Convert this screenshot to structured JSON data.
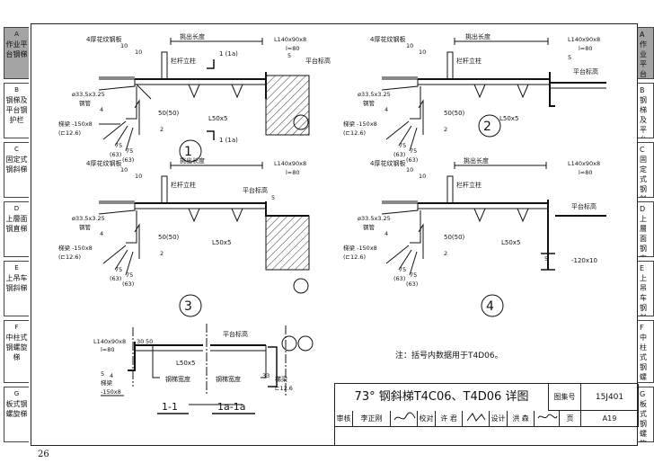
{
  "left_tabs": [
    {
      "letter": "A",
      "label": "作业平台钢梯",
      "active": true
    },
    {
      "letter": "B",
      "label": "钢梯及平台钢护栏",
      "active": false
    },
    {
      "letter": "C",
      "label": "固定式钢斜梯",
      "active": false
    },
    {
      "letter": "D",
      "label": "上層面钢直梯",
      "active": false
    },
    {
      "letter": "E",
      "label": "上吊车钢斜梯",
      "active": false
    },
    {
      "letter": "F",
      "label": "中柱式钢螺旋梯",
      "active": false
    },
    {
      "letter": "G",
      "label": "板式钢螺旋梯",
      "active": false
    }
  ],
  "right_tabs": [
    {
      "letter": "A",
      "label": "作业平台钢梯",
      "active": true
    },
    {
      "letter": "B",
      "label": "钢梯及平台钢护栏",
      "active": false
    },
    {
      "letter": "C",
      "label": "固定式钢斜梯",
      "active": false
    },
    {
      "letter": "D",
      "label": "上層面钢直梯",
      "active": false
    },
    {
      "letter": "E",
      "label": "上吊车钢斜梯",
      "active": false
    },
    {
      "letter": "F",
      "label": "中柱式钢螺旋梯",
      "active": false
    },
    {
      "letter": "G",
      "label": "板式钢螺旋梯",
      "active": false
    }
  ],
  "details": [
    {
      "number": "1",
      "plate": "4厚花纹钢板",
      "overhang": "挑出长度",
      "angle": "L140x90x8",
      "l_len": "l=80",
      "post": "栏杆立柱",
      "platform": "平台标高",
      "pipe": "ø33.5x3.25",
      "pipe_label": "钢管",
      "beam": "梯梁 -150x8",
      "channel": "(⊏12.6)",
      "rib": "4",
      "l50": "L50x5",
      "dims": [
        "10",
        "10",
        "75",
        "75",
        "(63)",
        "(63)",
        "4",
        "50(50)",
        "5",
        "2",
        "2"
      ],
      "cut": "1 (1a)"
    },
    {
      "number": "2",
      "plate": "4厚花纹钢板",
      "overhang": "挑出长度",
      "angle": "L140x90x8",
      "l_len": "l=80",
      "post": "栏杆立柱",
      "platform": "平台标高",
      "pipe": "ø33.5x3.25",
      "pipe_label": "钢管",
      "beam": "梯梁 -150x8",
      "channel": "(⊏12.6)",
      "rib": "4",
      "l50": "L50x5",
      "dims": [
        "10",
        "10",
        "75",
        "75",
        "(63)",
        "(63)",
        "4",
        "50(50)",
        "5",
        "2"
      ]
    },
    {
      "number": "3",
      "plate": "4厚花纹钢板",
      "overhang": "挑出长度",
      "angle": "L140x90x8",
      "l_len": "l=80",
      "post": "栏杆立柱",
      "platform": "平台标高",
      "pipe": "ø33.5x3.25",
      "pipe_label": "钢管",
      "beam": "梯梁 -150x8",
      "channel": "(⊏12.6)",
      "rib": "4",
      "l50": "L50x5",
      "dims": [
        "10",
        "10",
        "75",
        "75",
        "(63)",
        "(63)",
        "4",
        "50(50)",
        "5",
        "2"
      ]
    },
    {
      "number": "4",
      "plate": "4厚花纹钢板",
      "overhang": "挑出长度",
      "angle": "L140x90x8",
      "l_len": "l=80",
      "post": "栏杆立柱",
      "platform": "平台标高",
      "pipe": "ø33.5x3.25",
      "pipe_label": "钢管",
      "beam": "梯梁 -150x8",
      "channel": "(⊏12.6)",
      "rib": "4",
      "l50": "L50x5",
      "plate2": "-120x10",
      "dims": [
        "10",
        "10",
        "75",
        "75",
        "(63)",
        "(63)",
        "4",
        "50(50)",
        "5",
        "2"
      ]
    }
  ],
  "sections": {
    "s1_label": "1-1",
    "s1a_label": "1a-1a",
    "angle": "L140x90x8",
    "l_len": "l=80",
    "d30": "30",
    "d50": "50",
    "platform": "平台标高",
    "l50": "L50x5",
    "width": "钢梯宽度",
    "beam": "梯梁",
    "beam_size": "-150x8",
    "channel": "⊏12.6",
    "d33": "33",
    "d5": "5",
    "d4": "4",
    "plus_pos": "5"
  },
  "weld_marks": [
    "4",
    "4",
    "4"
  ],
  "note": "注：括号内数据用于T4D06。",
  "title_block": {
    "title": "73° 钢斜梯T4C06、T4D06 详图",
    "atlas_label": "图集号",
    "atlas_no": "15J401",
    "page_label": "页",
    "page_no": "A19",
    "review_label": "审核",
    "reviewer": "李正刚",
    "check_label": "校对",
    "checker": "许 君",
    "design_label": "设计",
    "designer": "洪 森"
  },
  "page_number": "26"
}
